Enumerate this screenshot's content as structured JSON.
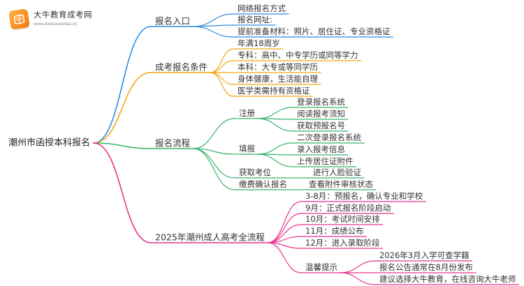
{
  "logo": {
    "name": "大牛教育成考网",
    "url": "www.daniuxuexiao.cn",
    "icon": "book-icon",
    "color": "#f39220"
  },
  "colors": {
    "text": "#333333",
    "root_text": "#222222",
    "branches": [
      "#2b8ce6",
      "#f3a712",
      "#35b36c",
      "#e8338e"
    ]
  },
  "tree": {
    "label": "潮州市函授本科报名",
    "children": [
      {
        "label": "报名入口",
        "children": [
          {
            "label": "网络报名方式"
          },
          {
            "label": "报名网址:"
          },
          {
            "label": "提前准备材料：照片、居住证、专业资格证"
          }
        ]
      },
      {
        "label": "成考报名条件",
        "children": [
          {
            "label": "年满18周岁"
          },
          {
            "label": "专科：高中、中专学历或同等学力"
          },
          {
            "label": "本科：大专或等同学历"
          },
          {
            "label": "身体健康，生活能自理"
          },
          {
            "label": "医学类需持有资格证"
          }
        ]
      },
      {
        "label": "报名流程",
        "children": [
          {
            "label": "注册",
            "children": [
              {
                "label": "登录报名系统"
              },
              {
                "label": "阅读报考须知"
              },
              {
                "label": "获取预报名号"
              }
            ]
          },
          {
            "label": "填报",
            "children": [
              {
                "label": "二次登录报名系统"
              },
              {
                "label": "录入报考信息"
              },
              {
                "label": "上传居住证附件"
              }
            ]
          },
          {
            "label": "获取考位",
            "children": [
              {
                "label": "进行人脸验证"
              }
            ]
          },
          {
            "label": "缴费确认报名",
            "children": [
              {
                "label": "查看附件审核状态"
              }
            ]
          }
        ]
      },
      {
        "label": "2025年潮州成人高考全流程",
        "children": [
          {
            "label": "3-8月：预报名，确认专业和学校"
          },
          {
            "label": "9月：正式报名阶段启动"
          },
          {
            "label": "10月：考试时间安排"
          },
          {
            "label": "11月：成绩公布"
          },
          {
            "label": "12月：进入录取阶段"
          },
          {
            "label": "温馨提示",
            "children": [
              {
                "label": "2026年3月入学可查学籍"
              },
              {
                "label": "报名公告通常在8月份发布"
              },
              {
                "label": "建议选择大牛教育，在线咨询大牛老师"
              }
            ]
          }
        ]
      }
    ]
  }
}
